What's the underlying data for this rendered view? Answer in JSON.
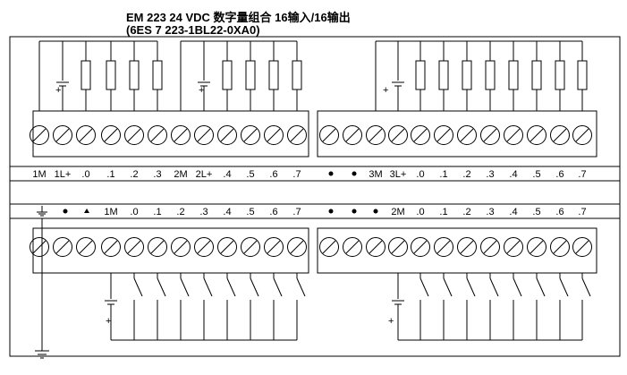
{
  "title_line1": "EM 223 24 VDC 数字量组合 16输入/16输出",
  "title_line2": "(6ES 7 223-1BL22-0XA0)",
  "output_labels_left": [
    "1M",
    "1L+",
    ".0",
    ".1",
    ".2",
    ".3",
    "2M",
    "2L+",
    ".4",
    ".5",
    ".6",
    ".7"
  ],
  "output_labels_right": [
    "3M",
    "3L+",
    ".0",
    ".1",
    ".2",
    ".3",
    ".4",
    ".5",
    ".6",
    ".7"
  ],
  "input_labels_left": [
    "1M",
    ".0",
    ".1",
    ".2",
    ".3",
    ".4",
    ".5",
    ".6",
    ".7"
  ],
  "input_labels_right": [
    "2M",
    ".0",
    ".1",
    ".2",
    ".3",
    ".4",
    ".5",
    ".6",
    ".7"
  ],
  "plus_sign": "+"
}
